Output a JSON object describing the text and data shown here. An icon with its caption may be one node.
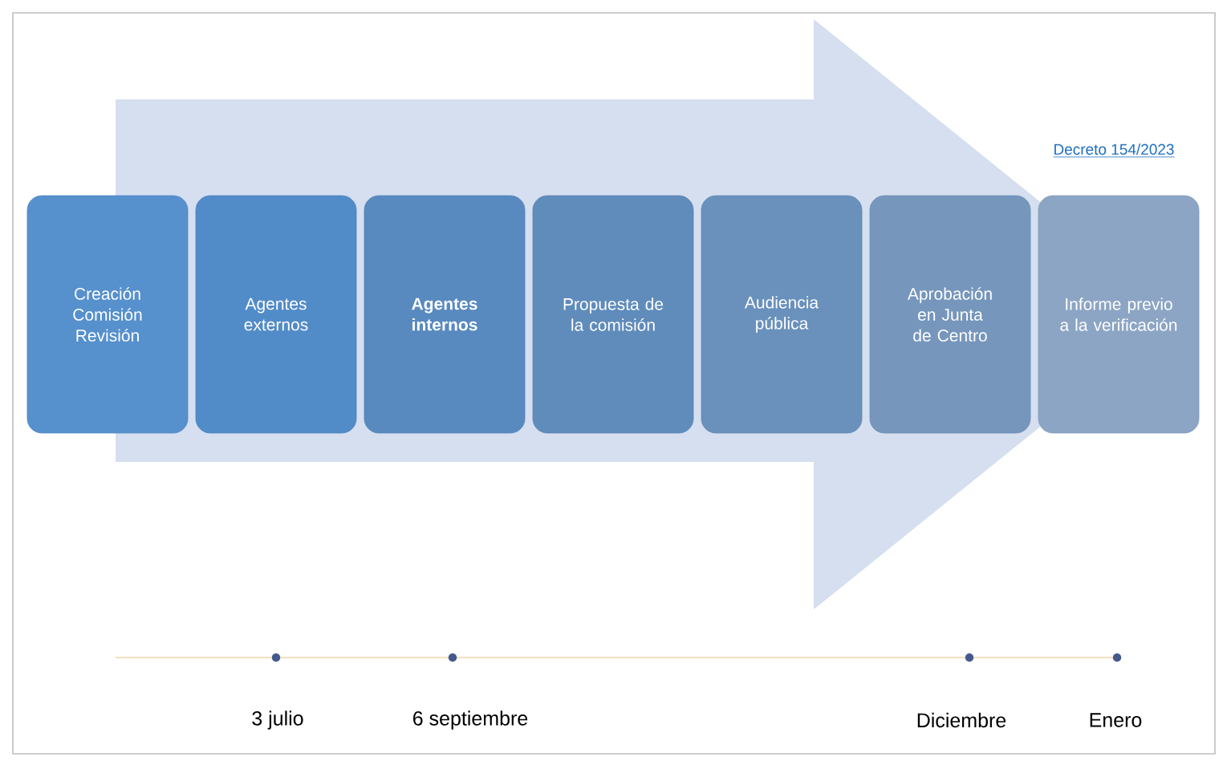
{
  "diagram": {
    "nodes": [
      {
        "text": [
          "Creación Comisión Revisión"
        ]
      },
      {
        "text": [
          "Agentes externos"
        ]
      },
      {
        "text": [
          "Agentes internos"
        ]
      },
      {
        "text": [
          "Propuesta de la comisión"
        ]
      },
      {
        "text": [
          "Audiencia pública"
        ]
      },
      {
        "text": [
          "Aprobación en Junta de Centro"
        ]
      },
      {
        "text": [
          "Informe previo a la verificación"
        ]
      }
    ],
    "edges": [
      {
        "from": 0,
        "to": 6,
        "arrow": "to"
      }
    ],
    "labels": [
      "Decreto 154/2023",
      "3 julio",
      "6 septiembre",
      "Diciembre",
      "Enero"
    ]
  }
}
